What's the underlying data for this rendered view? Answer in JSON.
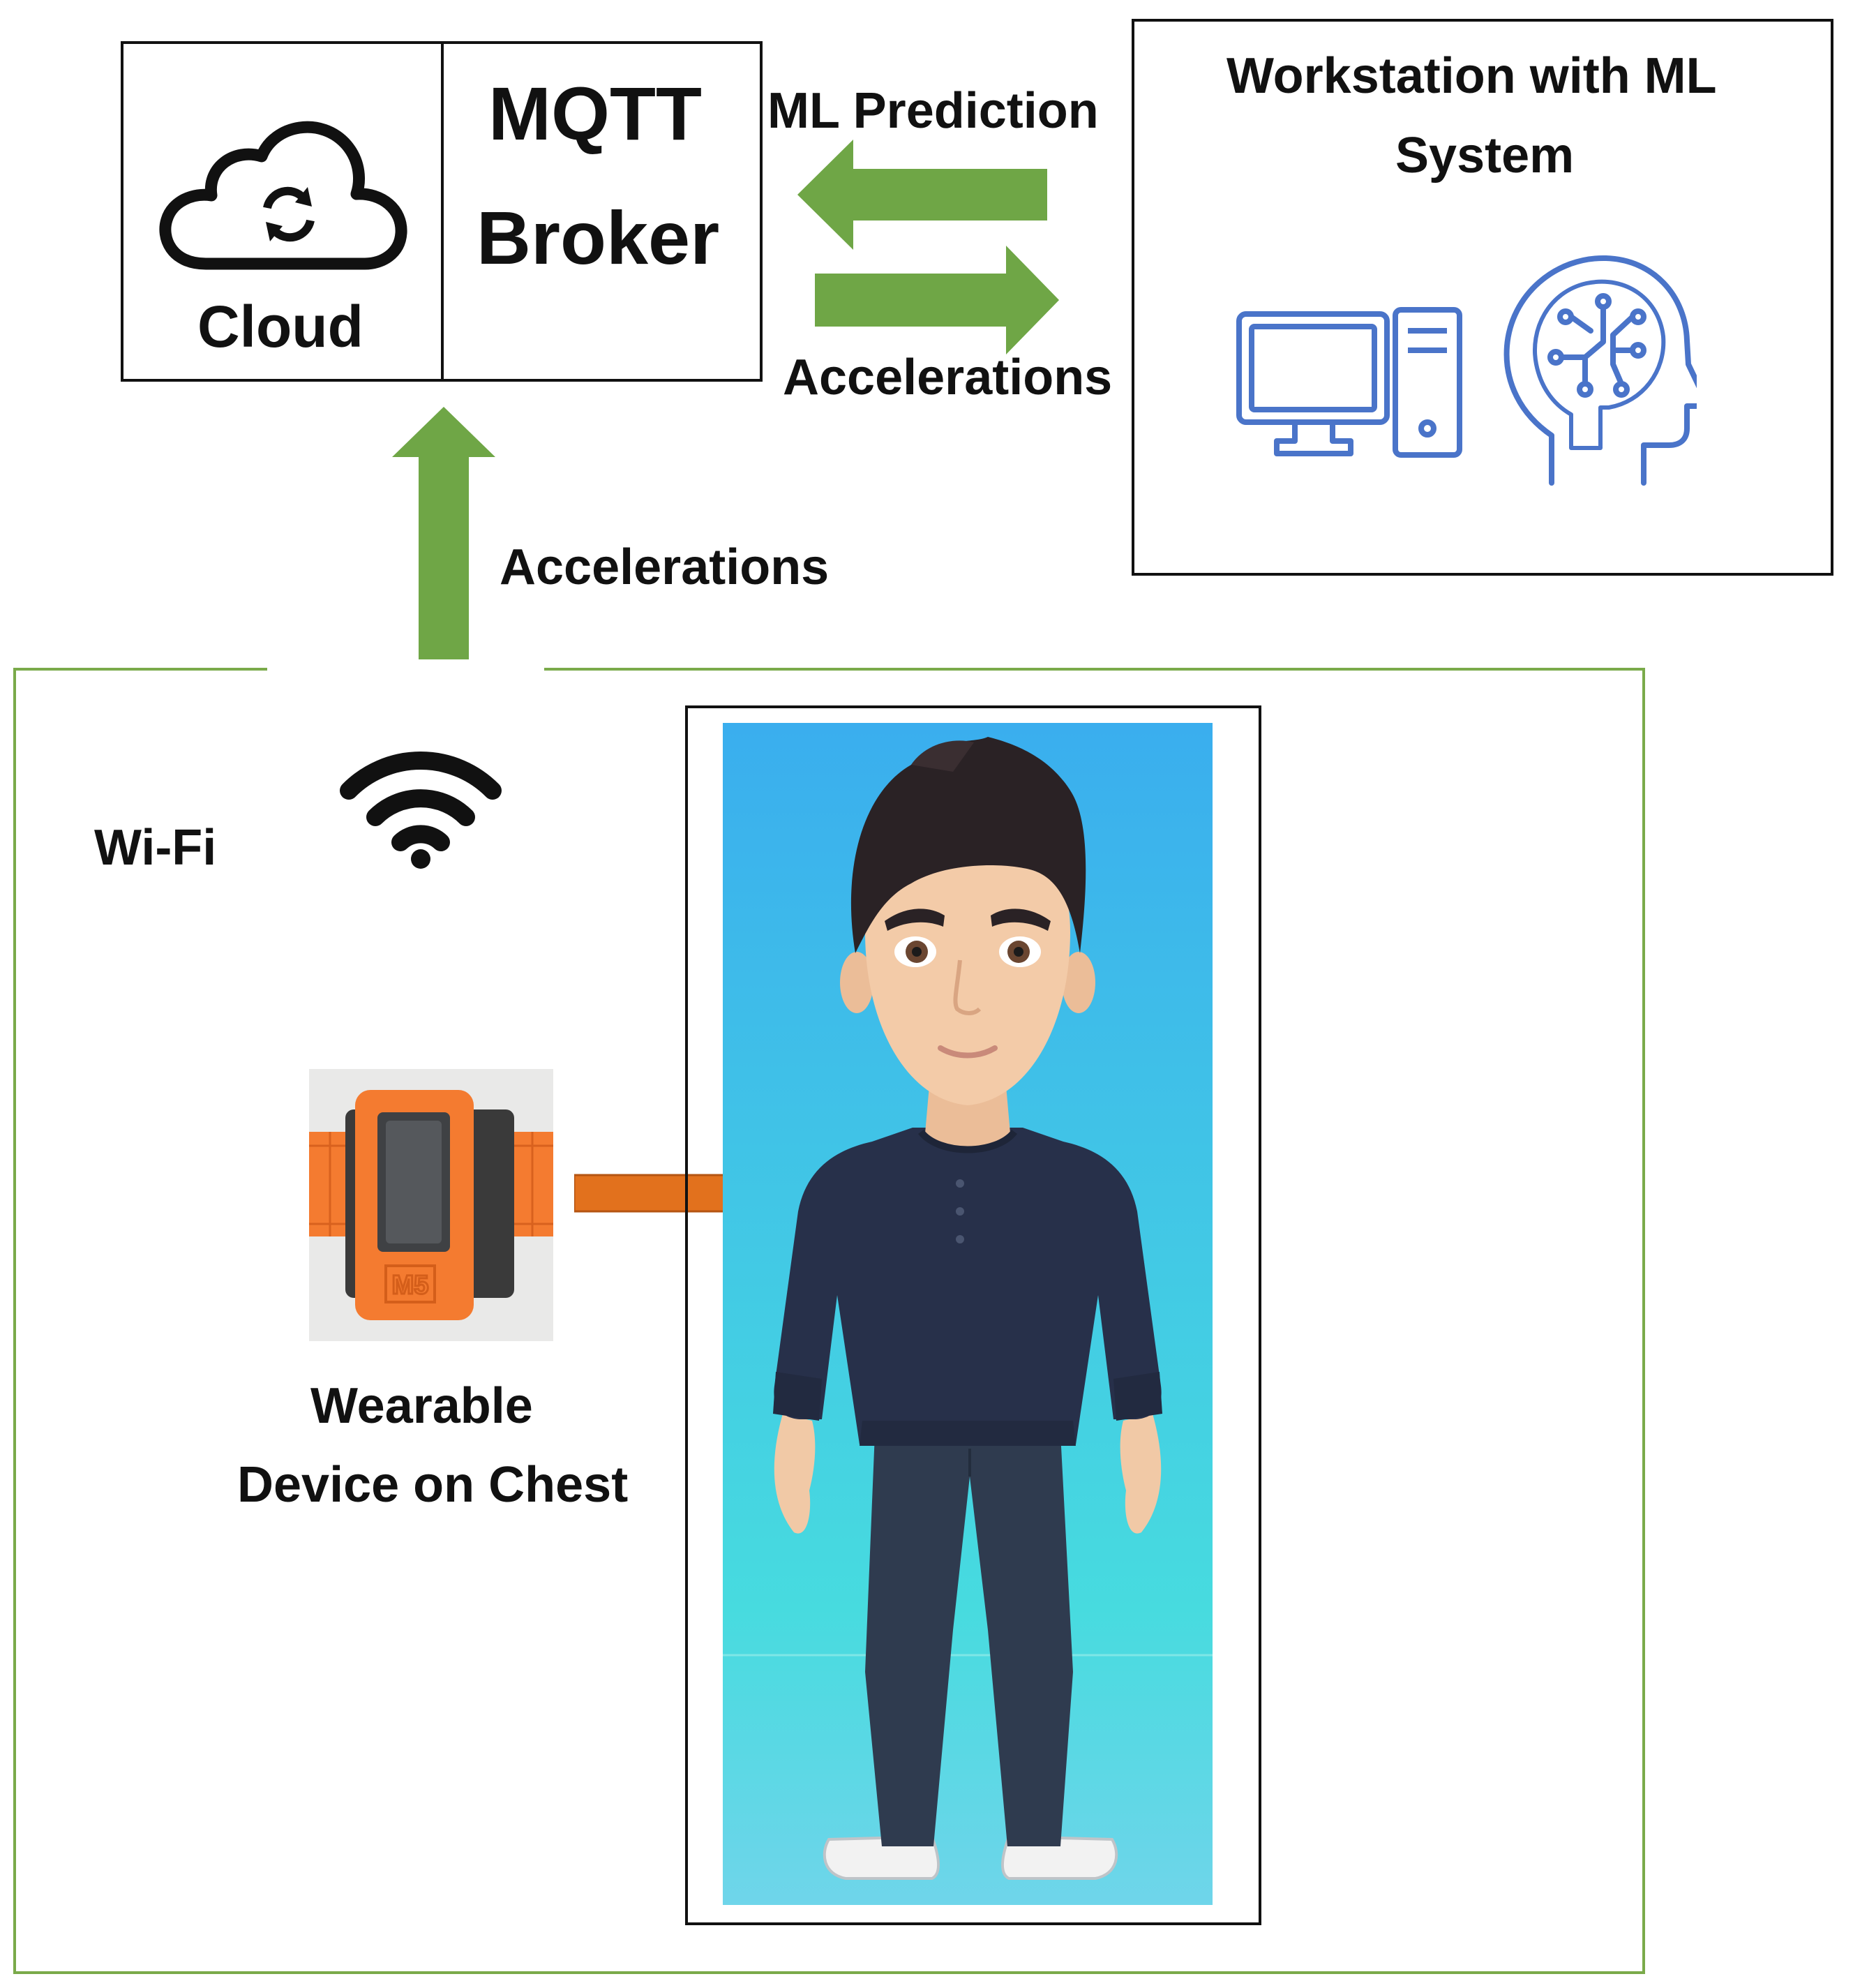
{
  "cloud_box": {
    "cloud_label": "Cloud",
    "broker_label_line1": "MQTT",
    "broker_label_line2": "Broker"
  },
  "workstation_box": {
    "title_line1": "Workstation with ML",
    "title_line2": "System"
  },
  "flows": {
    "ml_prediction_label": "ML Prediction",
    "accelerations_to_workstation_label": "Accelerations",
    "accelerations_to_cloud_label": "Accelerations"
  },
  "wifi": {
    "label": "Wi-Fi"
  },
  "device": {
    "label_line1": "Wearable",
    "label_line2": "Device on Chest",
    "logo_text": "M5"
  },
  "colors": {
    "green_arrow": "#6fa646",
    "orange_arrow": "#e2711d",
    "device_orange": "#f47b30",
    "icon_blue": "#4a74c9",
    "green_frame": "#7aaa4a",
    "avatar_bg_top": "#3aaeee",
    "avatar_bg_bottom": "#48d6e0"
  },
  "icons": [
    "cloud-sync-icon",
    "desktop-computer-icon",
    "ai-head-icon",
    "wifi-icon"
  ]
}
